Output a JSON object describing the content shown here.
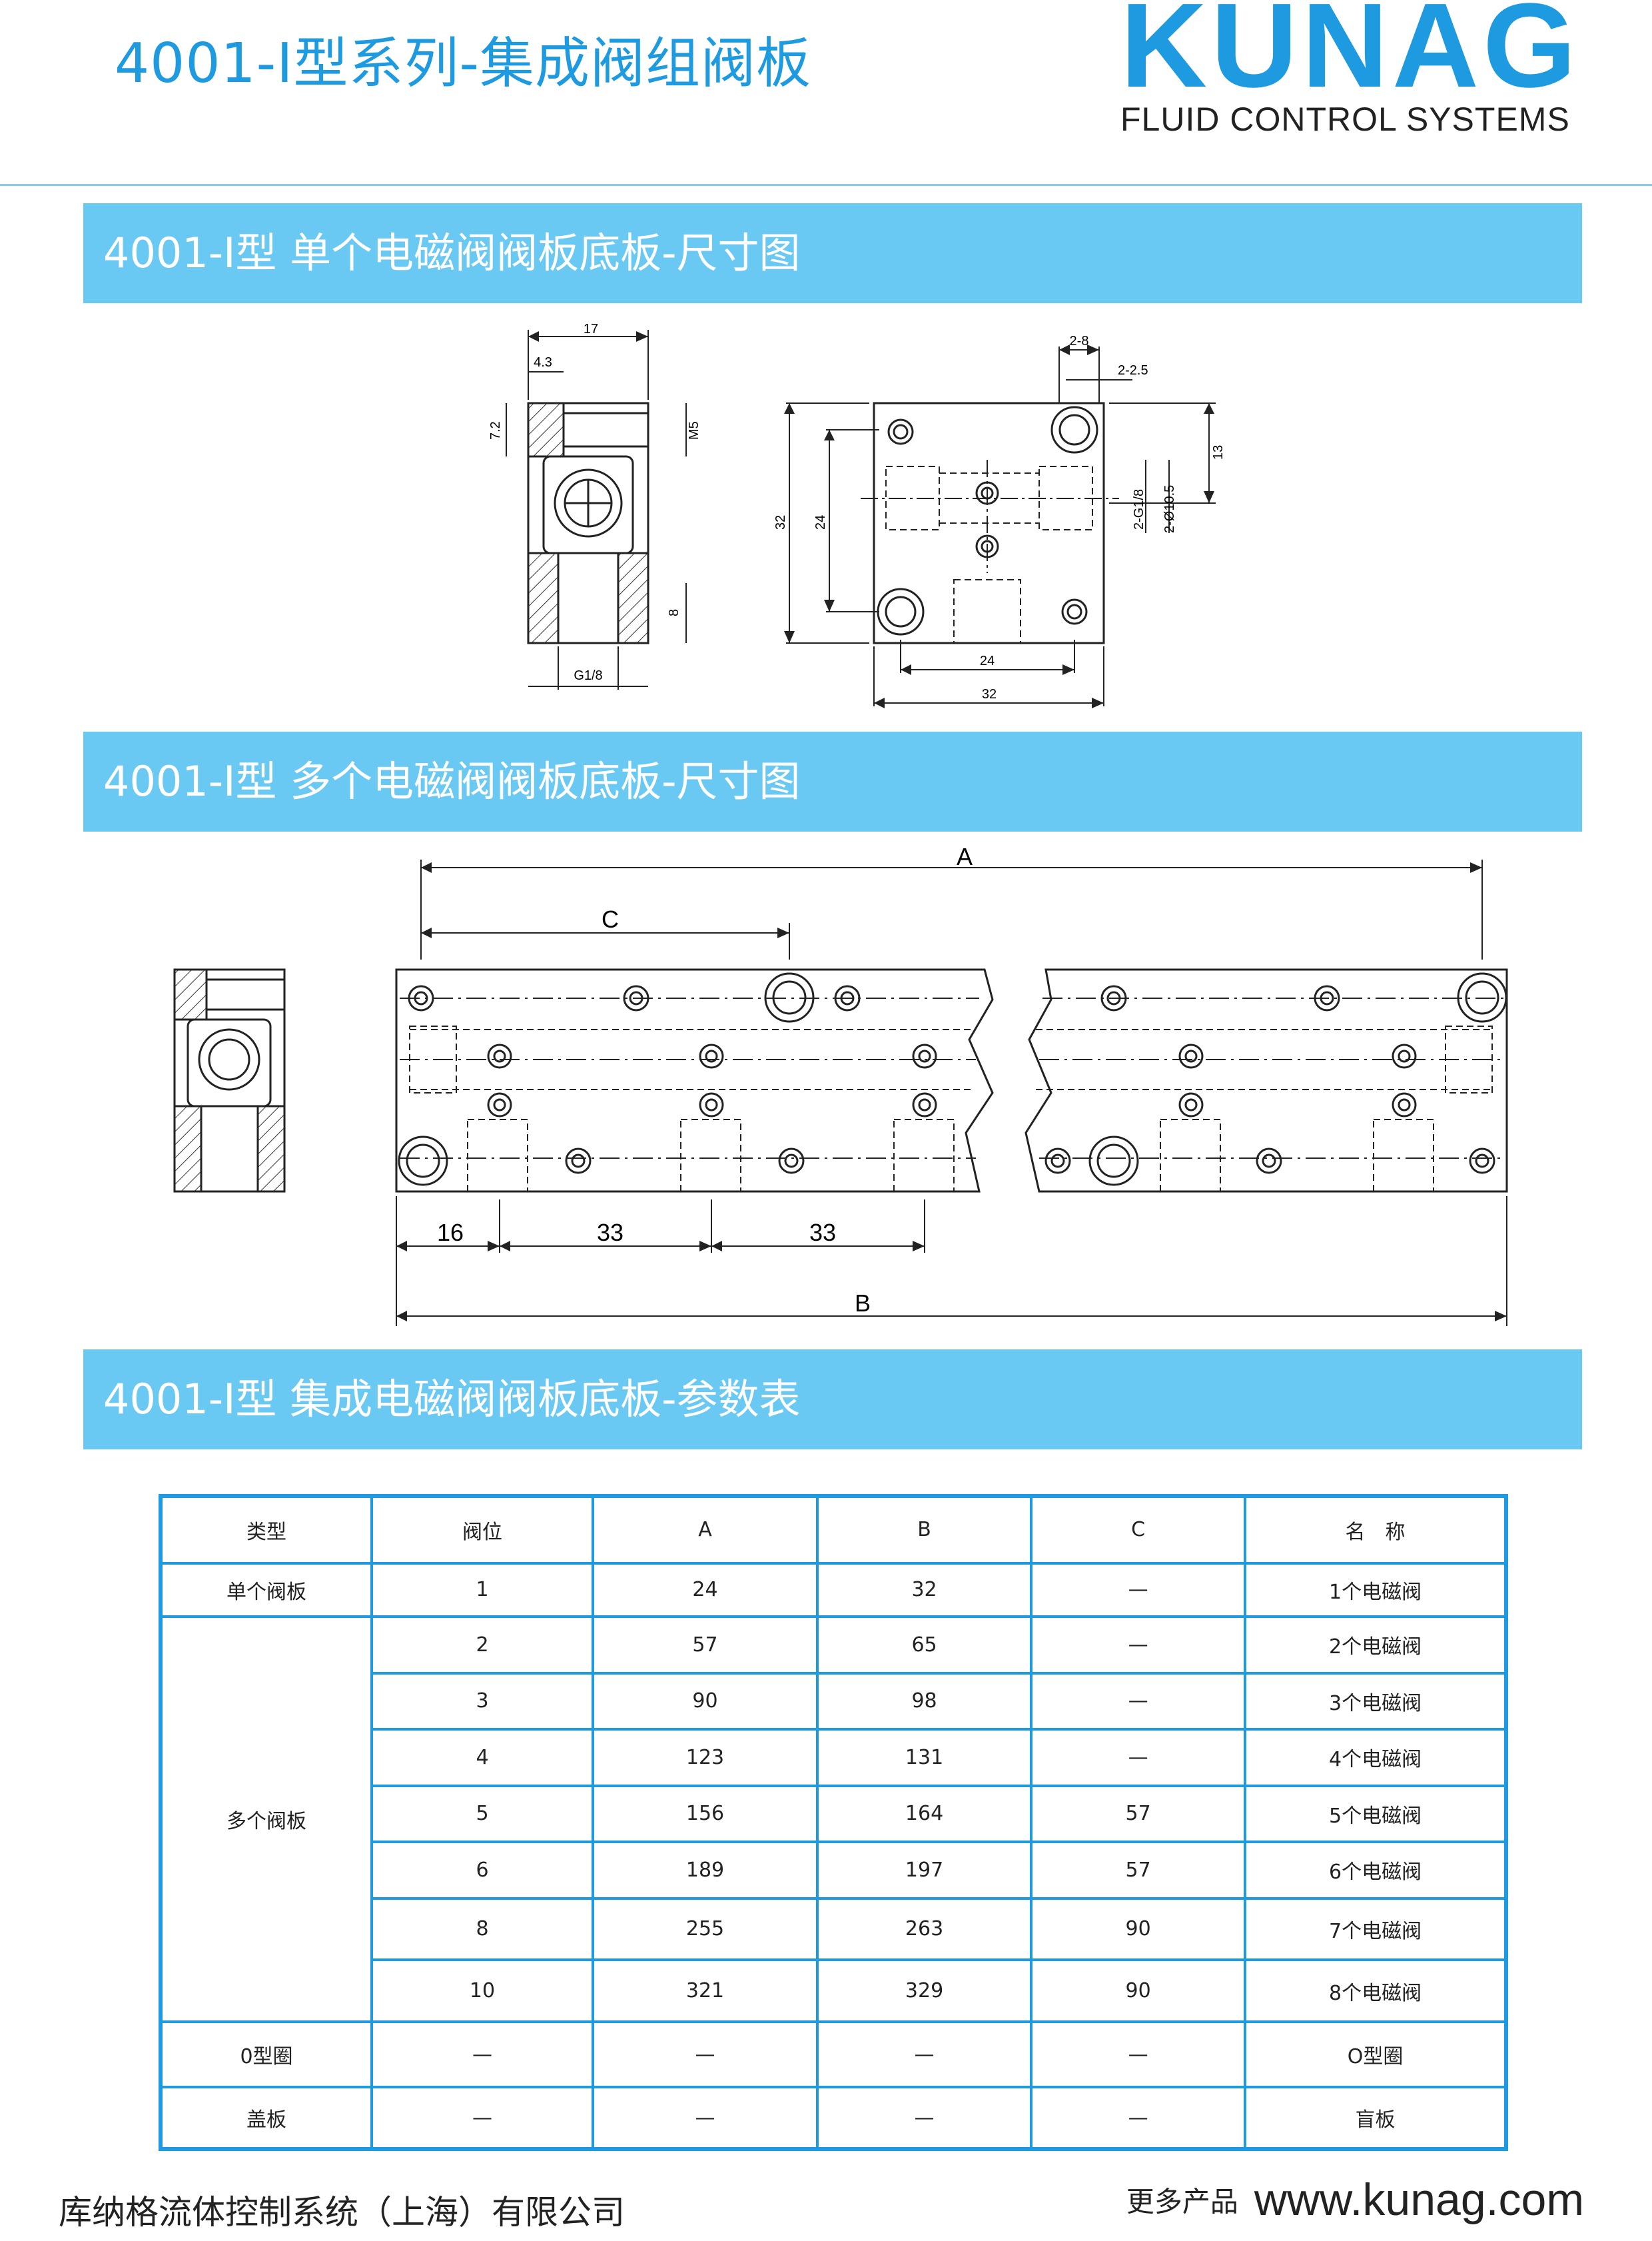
{
  "header": {
    "title": "4001-I型系列-集成阀组阀板",
    "logo_name": "KUNAG",
    "logo_sub": "FLUID CONTROL SYSTEMS"
  },
  "sections": {
    "single_title": "4001-I型 单个电磁阀阀板底板-尺寸图",
    "multi_title": "4001-I型 多个电磁阀阀板底板-尺寸图",
    "table_title": "4001-I型 集成电磁阀阀板底板-参数表"
  },
  "single_drawing": {
    "dim_17": "17",
    "dim_4_3": "4.3",
    "dim_7_2": "7.2",
    "dim_m5": "M5",
    "dim_8": "8",
    "dim_g18": "G1/8",
    "dim_2_8": "2-8",
    "dim_2_2_5": "2-2.5",
    "dim_13": "13",
    "dim_32v": "32",
    "dim_24v": "24",
    "dim_2g18": "2-G1/8",
    "dim_2phi": "2-Ø10.5",
    "dim_24h": "24",
    "dim_32h": "32"
  },
  "multi_drawing": {
    "dim_a": "A",
    "dim_c": "C",
    "dim_16": "16",
    "dim_33a": "33",
    "dim_33b": "33",
    "dim_b": "B"
  },
  "table": {
    "headers": [
      "类型",
      "阀位",
      "A",
      "B",
      "C",
      "名　称"
    ],
    "single": {
      "type": "单个阀板",
      "pos": "1",
      "a": "24",
      "b": "32",
      "c": "—",
      "name": "1个电磁阀"
    },
    "multi_type": "多个阀板",
    "multi_rows": [
      {
        "pos": "2",
        "a": "57",
        "b": "65",
        "c": "—",
        "name": "2个电磁阀"
      },
      {
        "pos": "3",
        "a": "90",
        "b": "98",
        "c": "—",
        "name": "3个电磁阀"
      },
      {
        "pos": "4",
        "a": "123",
        "b": "131",
        "c": "—",
        "name": "4个电磁阀"
      },
      {
        "pos": "5",
        "a": "156",
        "b": "164",
        "c": "57",
        "name": "5个电磁阀"
      },
      {
        "pos": "6",
        "a": "189",
        "b": "197",
        "c": "57",
        "name": "6个电磁阀"
      },
      {
        "pos": "8",
        "a": "255",
        "b": "263",
        "c": "90",
        "name": "7个电磁阀"
      },
      {
        "pos": "10",
        "a": "321",
        "b": "329",
        "c": "90",
        "name": "8个电磁阀"
      }
    ],
    "oring": {
      "type": "0型圈",
      "pos": "—",
      "a": "—",
      "b": "—",
      "c": "—",
      "name": "O型圈"
    },
    "cover": {
      "type": "盖板",
      "pos": "—",
      "a": "—",
      "b": "—",
      "c": "—",
      "name": "盲板"
    }
  },
  "footer": {
    "company": "库纳格流体控制系统（上海）有限公司",
    "more": "更多产品",
    "website": "www.kunag.com"
  }
}
